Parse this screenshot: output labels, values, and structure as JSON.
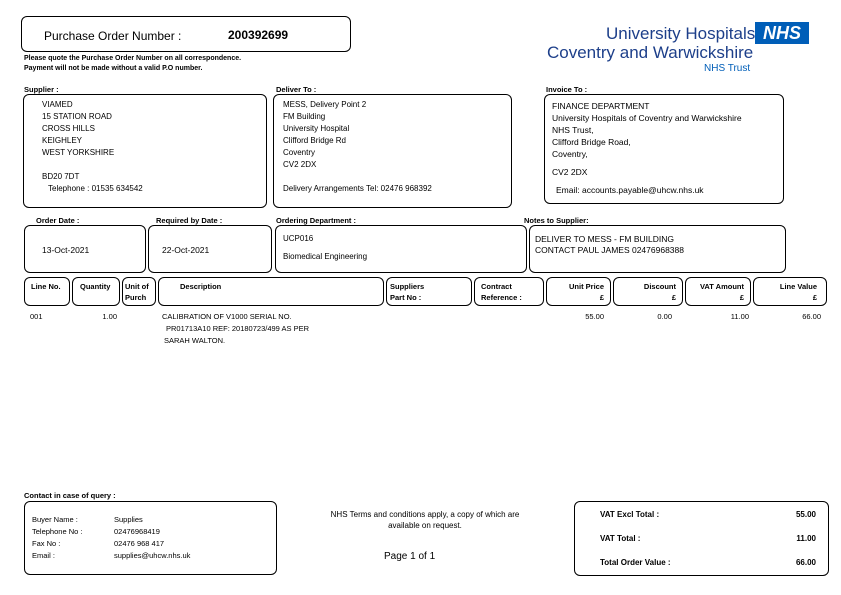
{
  "po": {
    "label": "Purchase Order Number :",
    "number": "200392699"
  },
  "notice": [
    "Please quote the Purchase Order Number on all correspondence.",
    "Payment will not be made without a valid P.O number."
  ],
  "logo": {
    "line1": "University Hospitals",
    "line2": "Coventry and Warwickshire",
    "badge": "NHS",
    "trust": "NHS Trust",
    "badge_color": "#005EB8",
    "text_color": "#1d3f8a"
  },
  "supplier": {
    "label": "Supplier :",
    "lines": [
      "VIAMED",
      "15 STATION ROAD",
      "CROSS HILLS",
      "KEIGHLEY",
      "WEST YORKSHIRE",
      "",
      "BD20 7DT"
    ],
    "telephone": "Telephone : 01535 634542"
  },
  "deliver": {
    "label": "Deliver To :",
    "lines": [
      "MESS, Delivery Point 2",
      "FM Building",
      "University Hospital",
      "Clifford Bridge Rd",
      "Coventry",
      "CV2 2DX"
    ],
    "arrangements": "Delivery Arrangements Tel: 02476 968392"
  },
  "invoice": {
    "label": "Invoice To :",
    "lines": [
      "FINANCE DEPARTMENT",
      "University Hospitals of Coventry and Warwickshire",
      "NHS Trust,",
      "Clifford Bridge Road,",
      "Coventry,",
      "CV2 2DX"
    ],
    "email": "Email: accounts.payable@uhcw.nhs.uk"
  },
  "order_date": {
    "label": "Order Date :",
    "value": "13-Oct-2021"
  },
  "required_by": {
    "label": "Required by Date :",
    "value": "22-Oct-2021"
  },
  "ordering_dept": {
    "label": "Ordering Department :",
    "code": "UCP016",
    "name": "Biomedical Engineering"
  },
  "notes": {
    "label": "Notes to Supplier:",
    "lines": [
      "DELIVER TO MESS - FM BUILDING",
      "CONTACT PAUL JAMES 02476968388"
    ]
  },
  "columns": {
    "line_no": "Line No.",
    "quantity": "Quantity",
    "unit": [
      "Unit of",
      "Purch"
    ],
    "description": "Description",
    "suppliers": [
      "Suppliers",
      "Part No :"
    ],
    "contract": [
      "Contract",
      "Reference :"
    ],
    "unit_price": [
      "Unit Price",
      "£"
    ],
    "discount": [
      "Discount",
      "£"
    ],
    "vat": [
      "VAT Amount",
      "£"
    ],
    "line_value": [
      "Line Value",
      "£"
    ]
  },
  "line_items": [
    {
      "line": "001",
      "quantity": "1.00",
      "description": [
        "CALIBRATION OF V1000 SERIAL NO.",
        "PR01713A10 REF: 20180723/499 AS PER",
        "SARAH WALTON."
      ],
      "unit_price": "55.00",
      "discount": "0.00",
      "vat": "11.00",
      "line_value": "66.00"
    }
  ],
  "contact": {
    "label": "Contact in case of query :",
    "rows": [
      {
        "k": "Buyer Name :",
        "v": "Supplies"
      },
      {
        "k": "Telephone No :",
        "v": "02476968419"
      },
      {
        "k": "Fax No :",
        "v": "02476 968 417"
      },
      {
        "k": "Email :",
        "v": "supplies@uhcw.nhs.uk"
      }
    ]
  },
  "terms": [
    "NHS Terms and conditions apply, a copy of which are",
    "available on request."
  ],
  "page": "Page 1 of 1",
  "totals": [
    {
      "k": "VAT Excl Total :",
      "v": "55.00"
    },
    {
      "k": "VAT Total :",
      "v": "11.00"
    },
    {
      "k": "Total Order Value :",
      "v": "66.00"
    }
  ]
}
